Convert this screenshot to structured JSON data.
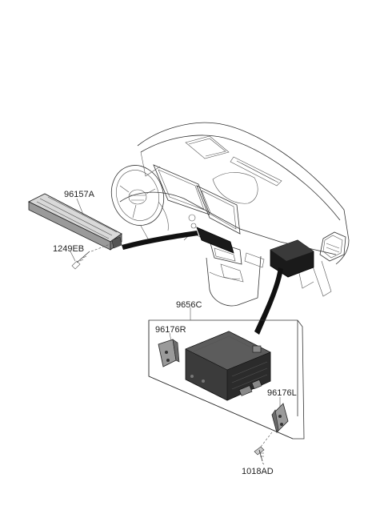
{
  "labels": {
    "part_96157A": "96157A",
    "part_1249EB": "1249EB",
    "part_9656C": "9656C",
    "part_96176R": "96176R",
    "part_96176L": "96176L",
    "part_1018AD": "1018AD"
  }
}
